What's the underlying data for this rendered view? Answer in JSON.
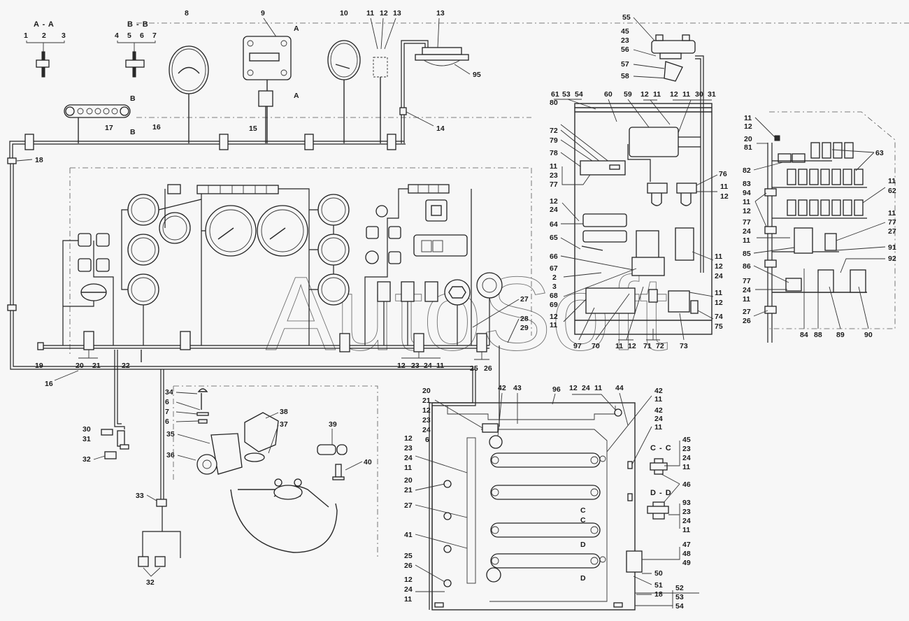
{
  "diagram": {
    "title": "Dashboard and electrical panel wiring harness assembly",
    "watermark": "AutoSoft",
    "sections": {
      "aa": "A - A",
      "bb": "B - B",
      "cc": "C - C",
      "dd": "D - D",
      "a_mark": "A",
      "b_mark": "B",
      "c_mark": "C",
      "d_mark": "D"
    },
    "callouts": {
      "sec_aa": [
        "1",
        "2",
        "3"
      ],
      "sec_bb": [
        "4",
        "5",
        "6",
        "7"
      ],
      "top": {
        "n8": "8",
        "n9": "9",
        "n10": "10",
        "n11": "11",
        "n12": "12",
        "n13a": "13",
        "n13b": "13",
        "n14": "14",
        "n15": "15",
        "n16": "16",
        "n17": "17",
        "n18": "18",
        "n95": "95"
      },
      "dash": {
        "n19": "19",
        "n20": "20",
        "n21": "21",
        "n22": "22",
        "n16b": "16",
        "g1": [
          "12",
          "23",
          "24",
          "11"
        ],
        "g2": [
          "25",
          "26"
        ],
        "n27": "27",
        "n28": "28",
        "n29": "29"
      },
      "lower_left": {
        "n30": "30",
        "n31": "31",
        "n32a": "32",
        "n32b": "32",
        "n33": "33",
        "n34": "34",
        "n6a": "6",
        "n7": "7",
        "n6b": "6",
        "n35": "35",
        "n36": "36",
        "n37": "37",
        "n38": "38",
        "n39": "39",
        "n40": "40"
      },
      "panel_top": {
        "n55": "55",
        "g45": [
          "45",
          "23",
          "56"
        ],
        "n57": "57",
        "n58": "58",
        "g61": [
          "61",
          "53",
          "54"
        ],
        "n60": "60",
        "n59": "59",
        "g1211a": [
          "12",
          "11"
        ],
        "g1211b": [
          "12",
          "11",
          "30",
          "31"
        ],
        "left": [
          "80",
          "72",
          "79",
          "78"
        ],
        "g11": [
          "11",
          "23",
          "77"
        ],
        "n76": "76",
        "g1112a": [
          "11",
          "12"
        ],
        "g1224": [
          "12",
          "24"
        ],
        "n64": "64",
        "n65": "65",
        "n66": "66",
        "g67": [
          "67",
          "2",
          "3"
        ],
        "g68": [
          "68",
          "69"
        ],
        "g1211c": [
          "12",
          "11"
        ],
        "g111224": [
          "11",
          "12",
          "24"
        ],
        "g1112b": [
          "11",
          "12"
        ],
        "g74": [
          "74",
          "75"
        ],
        "bottom": [
          "97",
          "70",
          "11",
          "12",
          "71",
          "72",
          "73"
        ]
      },
      "relay_panel": {
        "g1112": [
          "11",
          "12"
        ],
        "g2081": [
          "20",
          "81"
        ],
        "n82": "82",
        "n63": "63",
        "g83": [
          "83",
          "94",
          "11",
          "12"
        ],
        "g1162": [
          "11",
          "62"
        ],
        "g77a": [
          "77",
          "24",
          "11"
        ],
        "g117727": [
          "11",
          "77",
          "27"
        ],
        "n85": "85",
        "n91": "91",
        "n86": "86",
        "n92": "92",
        "g77b": [
          "77",
          "24",
          "11"
        ],
        "g2726": [
          "27",
          "26"
        ],
        "bottom": [
          "84",
          "88",
          "89",
          "90"
        ]
      },
      "fuse_box": {
        "n96": "96",
        "n42": "42",
        "n43": "43",
        "g122411": [
          "12",
          "24",
          "11"
        ],
        "n44": "44",
        "g20": [
          "20",
          "21",
          "12",
          "23",
          "24",
          "6"
        ],
        "g12b": [
          "12",
          "23",
          "24",
          "11"
        ],
        "g2021": [
          "20",
          "21"
        ],
        "n27": "27",
        "n41": "41",
        "g2526": [
          "25",
          "26"
        ],
        "g12c": [
          "12",
          "24",
          "11"
        ],
        "g4211": [
          "42",
          "11"
        ],
        "g422411": [
          "42",
          "24",
          "11"
        ],
        "gcc": [
          "45",
          "23",
          "24",
          "11"
        ],
        "n46": "46",
        "gdd": [
          "93",
          "23",
          "24",
          "11"
        ],
        "g47": [
          "47",
          "48",
          "49"
        ],
        "n50": "50",
        "n51": "51",
        "n18": "18",
        "g52": [
          "52",
          "53",
          "54"
        ]
      }
    }
  }
}
